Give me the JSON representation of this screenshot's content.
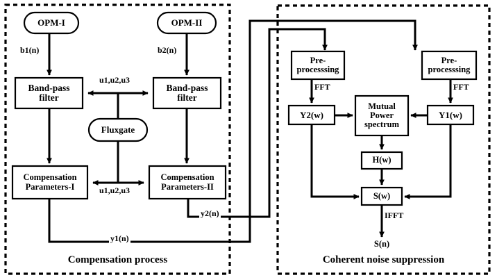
{
  "diagram": {
    "title": "Two-stage OPM compensation and coherent noise suppression block diagram",
    "stroke_color": "#000000",
    "fill_color": "#ffffff",
    "panels": [
      {
        "id": "compensation",
        "title": "Compensation process"
      },
      {
        "id": "coherent",
        "title": "Coherent noise suppression"
      }
    ],
    "nodes": [
      {
        "id": "opm1",
        "label": "OPM-I",
        "shape": "rounded"
      },
      {
        "id": "opm2",
        "label": "OPM-II",
        "shape": "rounded"
      },
      {
        "id": "bpf1",
        "label": "Band-pass\nfilter",
        "shape": "rect"
      },
      {
        "id": "bpf2",
        "label": "Band-pass\nfilter",
        "shape": "rect"
      },
      {
        "id": "flux",
        "label": "Fluxgate",
        "shape": "rounded"
      },
      {
        "id": "cp1",
        "label": "Compensation\nParameters-I",
        "shape": "rect"
      },
      {
        "id": "cp2",
        "label": "Compensation\nParameters-II",
        "shape": "rect"
      },
      {
        "id": "pre1",
        "label": "Pre-\nprocesssing",
        "shape": "rect"
      },
      {
        "id": "pre2",
        "label": "Pre-\nprocesssing",
        "shape": "rect"
      },
      {
        "id": "y2w",
        "label": "Y2(w)",
        "shape": "rect"
      },
      {
        "id": "y1w",
        "label": "Y1(w)",
        "shape": "rect"
      },
      {
        "id": "mutual",
        "label": "Mutual\nPower\nspectrum",
        "shape": "rect"
      },
      {
        "id": "hw",
        "label": "H(w)",
        "shape": "rect"
      },
      {
        "id": "sw",
        "label": "S(w)",
        "shape": "rect"
      },
      {
        "id": "sn",
        "label": "S(n)",
        "shape": "text"
      }
    ],
    "edge_labels": [
      {
        "id": "b1n",
        "label": "b1(n)"
      },
      {
        "id": "b2n",
        "label": "b2(n)"
      },
      {
        "id": "u123_top",
        "label": "u1,u2,u3"
      },
      {
        "id": "u123_bot",
        "label": "u1,u2,u3"
      },
      {
        "id": "y1n",
        "label": "y1(n)"
      },
      {
        "id": "y2n",
        "label": "y2(n)"
      },
      {
        "id": "fft_left",
        "label": "FFT"
      },
      {
        "id": "fft_right",
        "label": "FFT"
      },
      {
        "id": "ifft",
        "label": "IFFT"
      }
    ]
  }
}
